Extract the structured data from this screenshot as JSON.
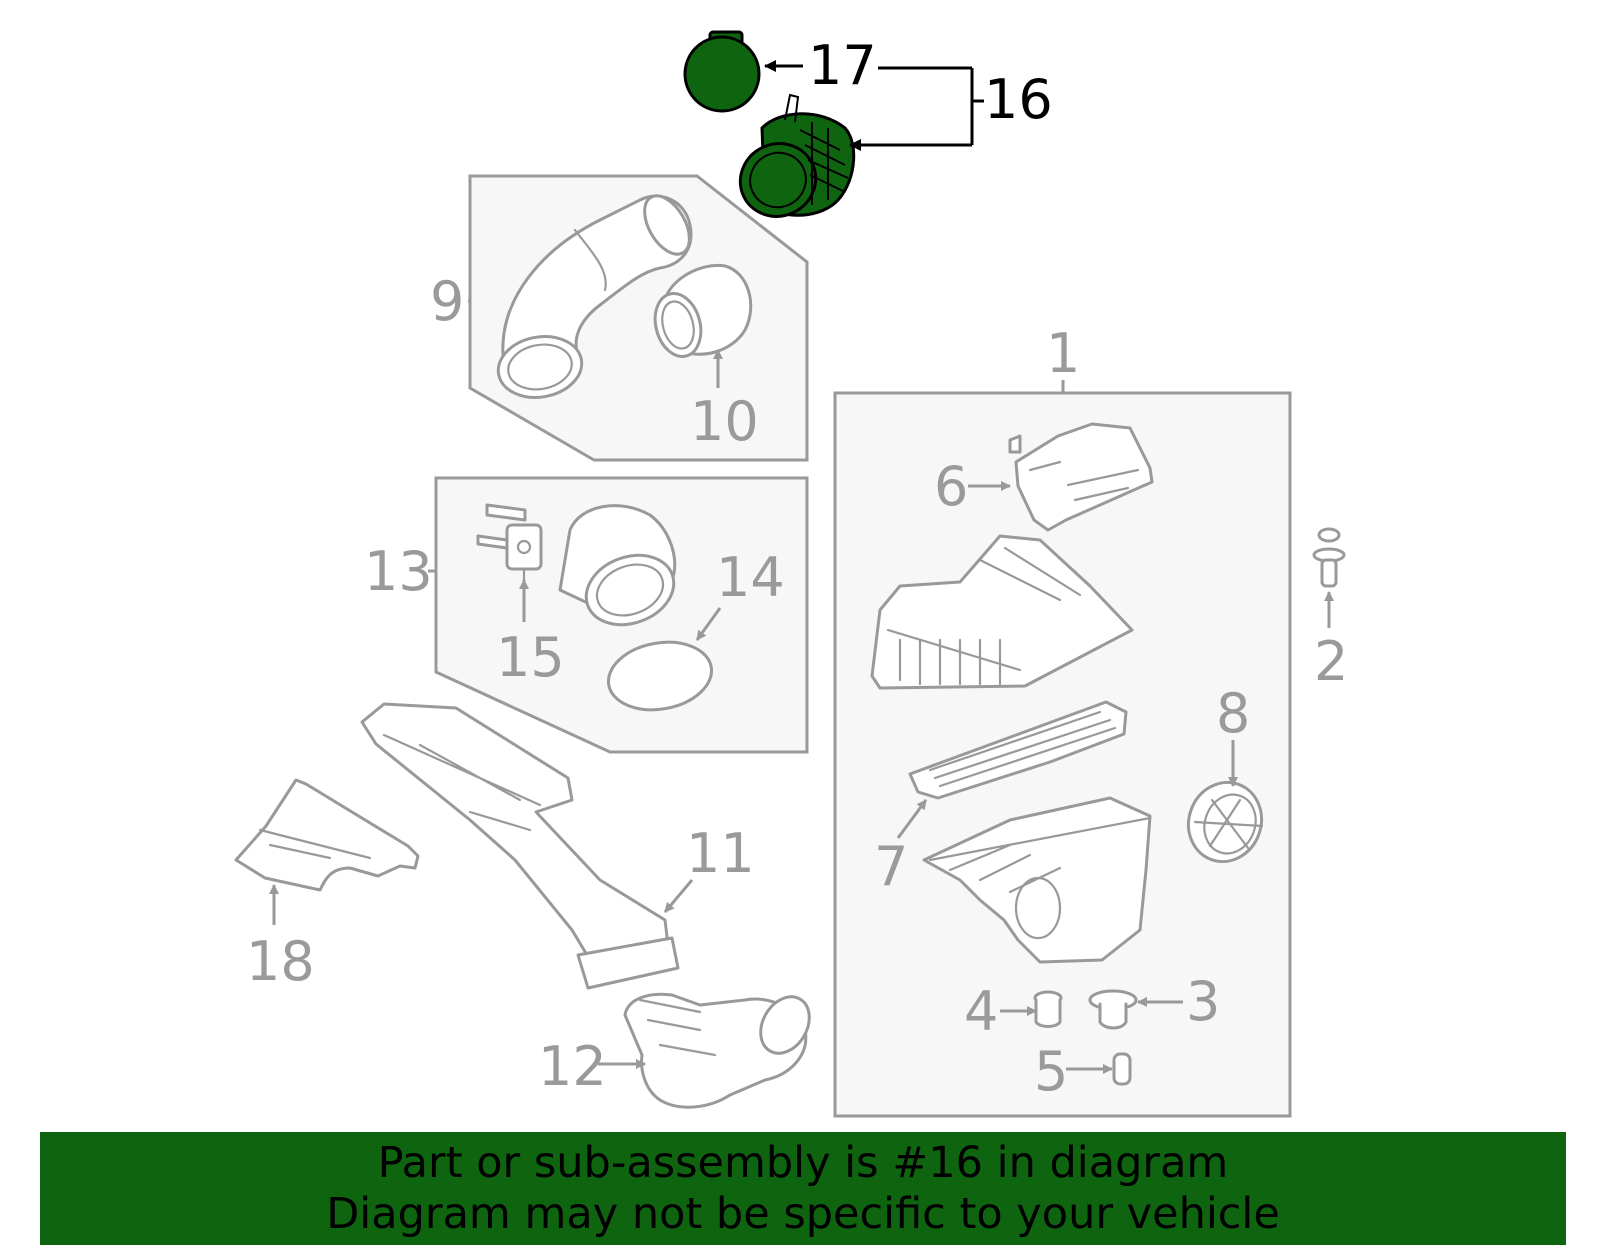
{
  "callouts": {
    "c1": "1",
    "c2": "2",
    "c3": "3",
    "c4": "4",
    "c5": "5",
    "c6": "6",
    "c7": "7",
    "c8": "8",
    "c9": "9",
    "c10": "10",
    "c11": "11",
    "c12": "12",
    "c13": "13",
    "c14": "14",
    "c15": "15",
    "c16": "16",
    "c17": "17",
    "c18": "18"
  },
  "highlight": {
    "part_number": "16",
    "color": "#0f6410"
  },
  "banner": {
    "line1": "Part or sub-assembly is #16 in diagram",
    "line2": "Diagram may not be specific to your vehicle",
    "background": "#0f6410"
  }
}
